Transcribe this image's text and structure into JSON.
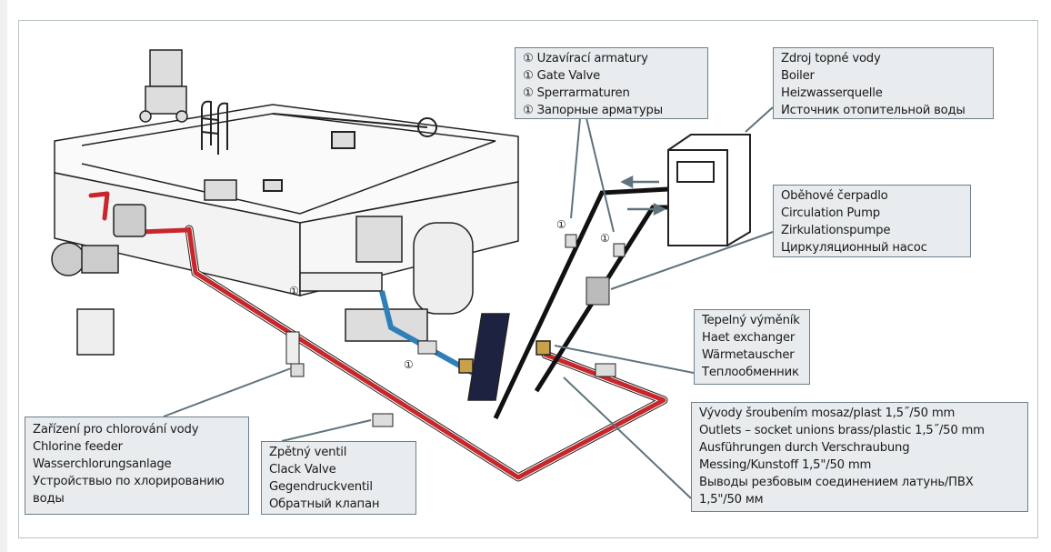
{
  "circled_number": "①",
  "labels": {
    "gate_valve": [
      "① Uzavírací armatury",
      "① Gate Valve",
      "① Sperrarmaturen",
      "① Запорные арматуры"
    ],
    "boiler": [
      "Zdroj topné vody",
      "Boiler",
      "Heizwasserquelle",
      "Источник отопительной воды"
    ],
    "circulation_pump": [
      "Oběhové čerpadlo",
      "Circulation Pump",
      "Zirkulationspumpe",
      "Циркуляционный насос"
    ],
    "heat_exchanger": [
      "Tepelný výměník",
      "Haet exchanger",
      "Wärmetauscher",
      "Теплообменник"
    ],
    "outlets": [
      "Vývody šroubením mosaz/plast 1,5˝/50 mm",
      "Outlets – socket unions brass/plastic 1,5˝/50 mm",
      "Ausführungen durch Verschraubung",
      "Messing/Kunstoff 1,5\"/50 mm",
      "Выводы резбовым соединением латунь/ПВХ",
      "1,5\"/50 мм"
    ],
    "chlorine_feeder": [
      "Zařízení pro chlorování vody",
      "Chlorine feeder",
      "Wasserchlorungsanlage",
      "Устройствыо по хлорированию",
      "воды"
    ],
    "clack_valve": [
      "Zpětný ventil",
      "Clack Valve",
      "Gegendruckventil",
      "Обратный клапан"
    ]
  },
  "colors": {
    "pool_pipe": "#c8262b",
    "heating_pipe": "#111111",
    "filter_pipe": "#2f7fb8",
    "box_fill": "#e8ecee",
    "box_border": "#6f8089",
    "leader": "#5e737d"
  }
}
